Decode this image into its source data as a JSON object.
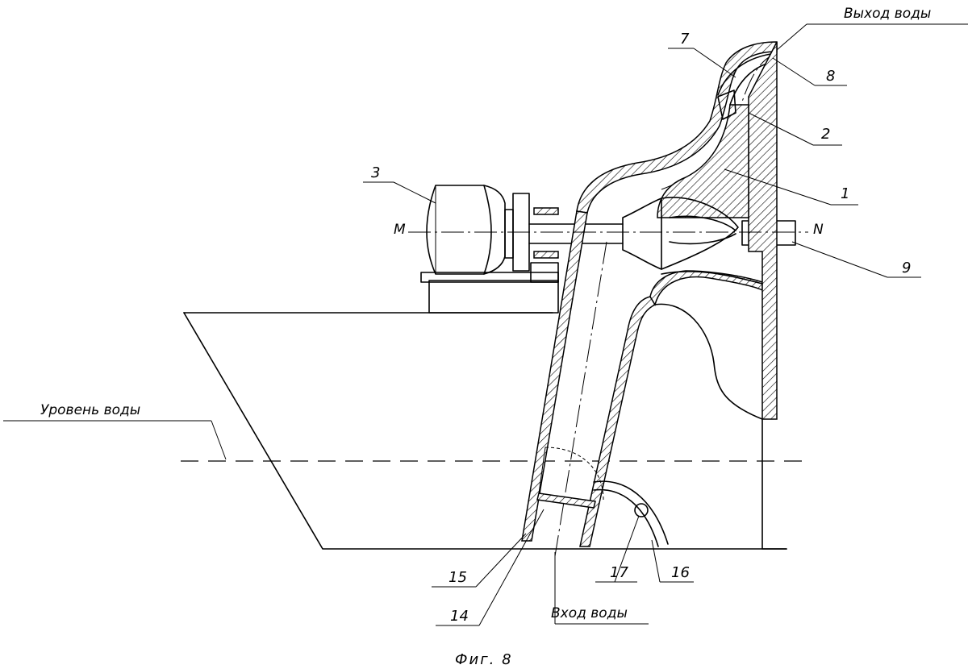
{
  "labels": {
    "water_outlet": "Выход воды",
    "water_inlet": "Вход воды",
    "water_level": "Уровень воды",
    "axis_start": "M",
    "axis_end": "N"
  },
  "callouts": {
    "n1": "1",
    "n2": "2",
    "n3": "3",
    "n7": "7",
    "n8": "8",
    "n9": "9",
    "n14": "14",
    "n15": "15",
    "n16": "16",
    "n17": "17"
  },
  "caption": "Фиг. 8"
}
